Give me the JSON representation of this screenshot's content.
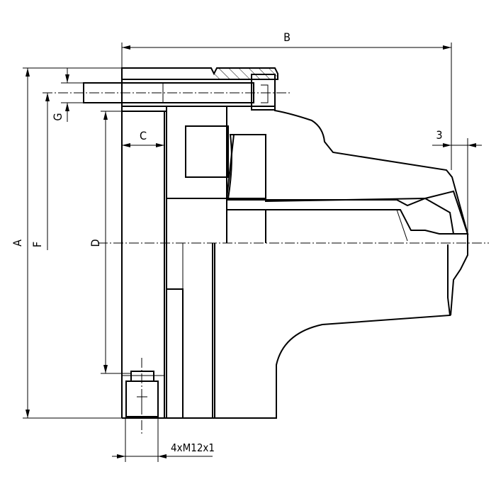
{
  "drawing": {
    "dimensions": {
      "A": "A",
      "B": "B",
      "C": "C",
      "D": "D",
      "F": "F",
      "G": "G",
      "offset": "3",
      "thread": "4xM12x1"
    },
    "colors": {
      "line": "#000000",
      "background": "#ffffff"
    }
  }
}
